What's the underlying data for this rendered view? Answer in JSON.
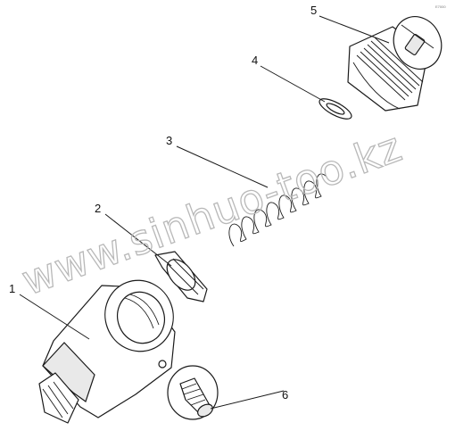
{
  "diagram": {
    "callouts": [
      {
        "id": "1",
        "text": "1"
      },
      {
        "id": "2",
        "text": "2"
      },
      {
        "id": "3",
        "text": "3"
      },
      {
        "id": "4",
        "text": "4"
      },
      {
        "id": "5",
        "text": "5"
      },
      {
        "id": "6",
        "text": "6"
      }
    ],
    "watermark": "www.sinhuo-too.kz",
    "corner_mark": "E7000"
  },
  "colors": {
    "line": "#1a1a1a",
    "watermark": "#b8b8b8",
    "shade": "#e9e9e9"
  }
}
